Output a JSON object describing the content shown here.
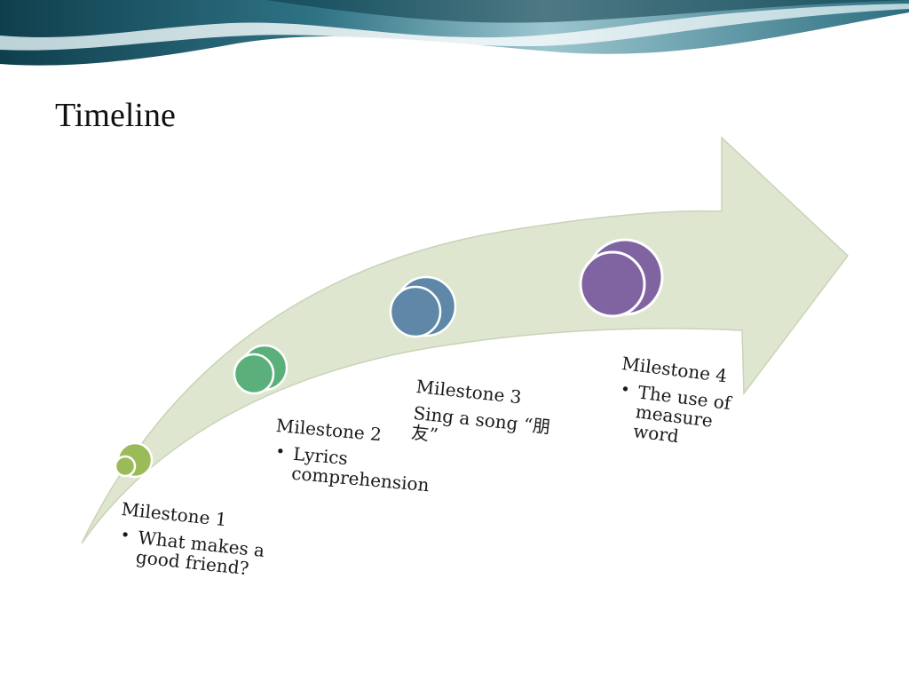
{
  "slide": {
    "title": "Timeline"
  },
  "milestones": [
    {
      "heading": "Milestone 1",
      "bullet": "What makes a good friend?",
      "color": "#9bbb59"
    },
    {
      "heading": "Milestone 2",
      "bullet": "Lyrics comprehension",
      "color": "#5aaf7a"
    },
    {
      "heading": "Milestone 3",
      "text": "Sing a song “朋友”",
      "color": "#5f88a8"
    },
    {
      "heading": "Milestone 4",
      "bullet": "The use of measure word",
      "color": "#8064a2"
    }
  ],
  "colors": {
    "arrow_fill": "#dfe6d0",
    "arrow_stroke": "#c9d3b8",
    "banner_dark": "#1f5d6c",
    "banner_light": "#a9ccd4"
  }
}
